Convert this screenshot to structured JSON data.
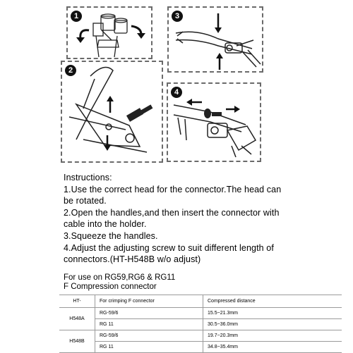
{
  "steps": [
    "1",
    "2",
    "3",
    "4"
  ],
  "instructions": {
    "heading": "Instructions:",
    "lines": [
      "1.Use the correct head for the connector.The head can",
      "be rotated.",
      "2.Open the handles,and then insert the connector with",
      "cable into the holder.",
      "3.Squeeze the handles.",
      "4.Adjust the adjusting screw to suit different length of",
      "connectors.(HT-H548B w/o adjust)"
    ]
  },
  "usage": {
    "line1": "For use on RG59,RG6 & RG11",
    "line2": "F Compression connector"
  },
  "table": {
    "headers": [
      "HT-",
      "For crimping F connector",
      "Compressed distance"
    ],
    "groups": [
      {
        "model": "H548A",
        "rows": [
          {
            "type": "RG-59/6",
            "distance": "15.5~21.3mm"
          },
          {
            "type": "RG 11",
            "distance": "30.5~36.0mm"
          }
        ]
      },
      {
        "model": "H548B",
        "rows": [
          {
            "type": "RG-59/6",
            "distance": "19.7~20.3mm"
          },
          {
            "type": "RG 11",
            "distance": "34.8~35.4mm"
          }
        ]
      }
    ]
  }
}
